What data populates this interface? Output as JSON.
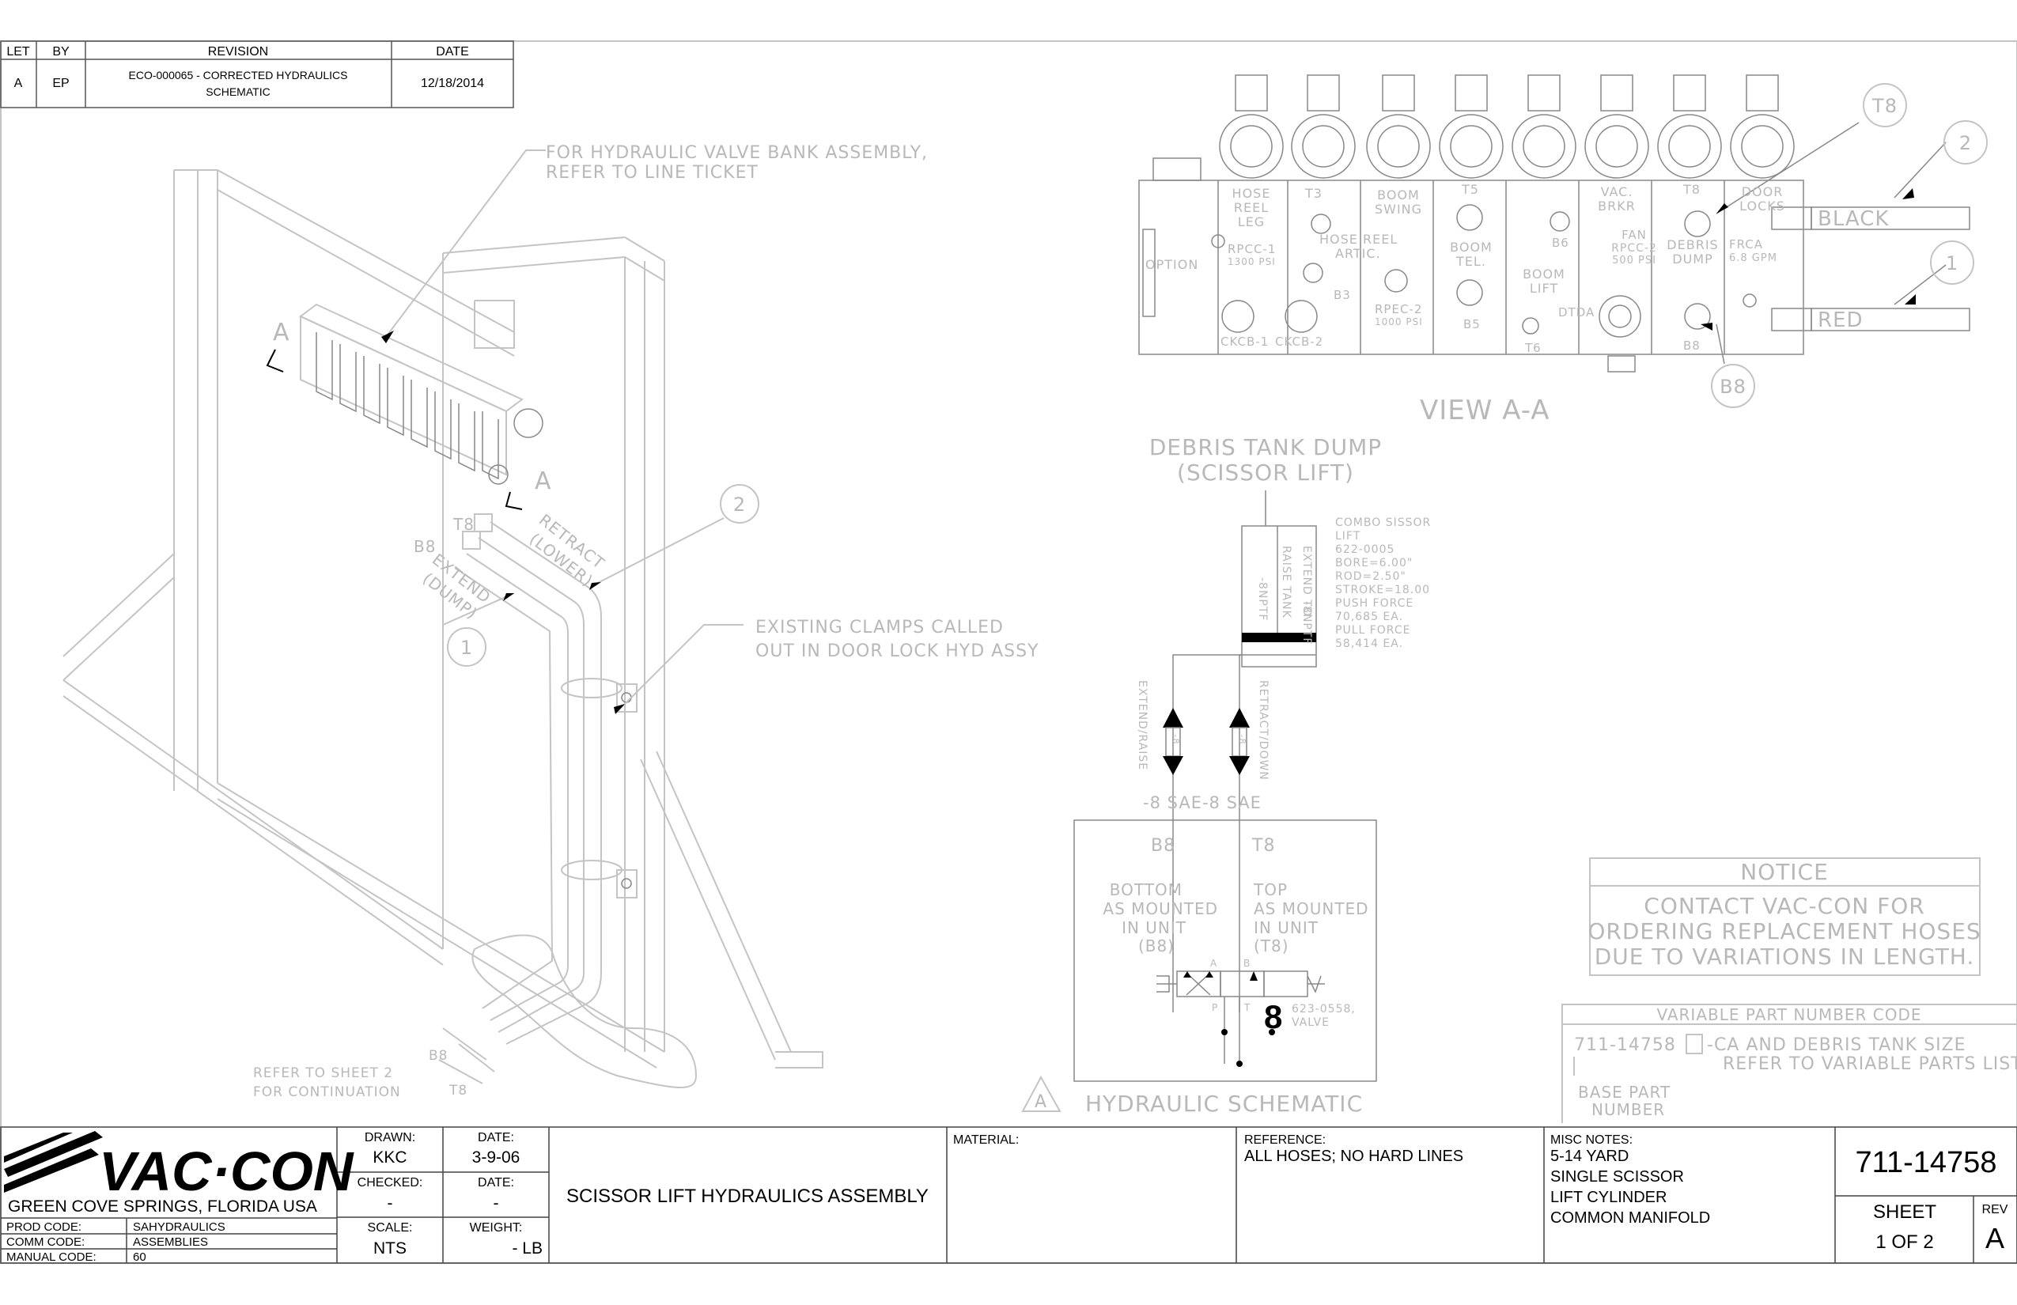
{
  "revision_table": {
    "headers": [
      "LET",
      "BY",
      "REVISION",
      "DATE"
    ],
    "row": {
      "let": "A",
      "by": "EP",
      "revision_line1": "ECO-000065 - CORRECTED HYDRAULICS",
      "revision_line2": "SCHEMATIC",
      "date": "12/18/2014"
    }
  },
  "iso_view": {
    "callout_valve_bank": [
      "FOR HYDRAULIC VALVE BANK ASSEMBLY,",
      "REFER TO LINE TICKET"
    ],
    "section_mark": "A",
    "port_t8": "T8",
    "port_b8": "B8",
    "retract": [
      "RETRACT",
      "(LOWER)"
    ],
    "extend": [
      "EXTEND",
      "(DUMP)"
    ],
    "balloon_1": "1",
    "balloon_2": "2",
    "callout_clamps": [
      "EXISTING CLAMPS CALLED",
      "OUT IN DOOR LOCK HYD ASSY"
    ],
    "continuation": [
      "REFER TO SHEET 2",
      "FOR CONTINUATION"
    ],
    "hose_b8": "B8",
    "hose_t8": "T8"
  },
  "view_aa": {
    "title": "VIEW A-A",
    "option": "OPTION",
    "hose_reel_leg": [
      "HOSE",
      "REEL",
      "LEG"
    ],
    "t3": "T3",
    "boom_swing": [
      "BOOM",
      "SWING"
    ],
    "t5": "T5",
    "vac_brkr": [
      "VAC.",
      "BRKR"
    ],
    "t8": "T8",
    "door_locks": [
      "DOOR",
      "LOCKS"
    ],
    "rpcc1": [
      "RPCC-1",
      "1300 PSI"
    ],
    "hose_reel_artic": [
      "HOSE REEL",
      "ARTIC."
    ],
    "boom_tel": [
      "BOOM",
      "TEL."
    ],
    "b6": "B6",
    "fan": [
      "FAN",
      "RPCC-2",
      "500 PSI"
    ],
    "debris_dump": [
      "DEBRIS",
      "DUMP"
    ],
    "frca": [
      "FRCA",
      "6.8 GPM"
    ],
    "b3": "B3",
    "boom_lift": [
      "BOOM",
      "LIFT"
    ],
    "rpec2": [
      "RPEC-2",
      "1000 PSI"
    ],
    "dtda": "DTDA",
    "b5": "B5",
    "ckcb1": "CKCB-1",
    "ckcb2": "CKCB-2",
    "t6": "T6",
    "b8": "B8",
    "black": "BLACK",
    "red": "RED",
    "balloon_t8": "T8",
    "balloon_b8": "B8",
    "balloon_1": "1",
    "balloon_2": "2"
  },
  "schematic": {
    "title": [
      "DEBRIS TANK DUMP",
      "(SCISSOR LIFT)"
    ],
    "cyl_left": "-8NPTF",
    "cyl_mid": "RAISE TANK",
    "cyl_right1": "EXTEND TO",
    "cyl_right2": "-8NPTF",
    "cyl_spec": [
      "COMBO SISSOR",
      "LIFT",
      "622-0005",
      "BORE=6.00\"",
      "ROD=2.50\"",
      "STROKE=18.00",
      "PUSH FORCE",
      "70,685 EA.",
      "PULL FORCE",
      "58,414 EA."
    ],
    "extend_raise": "EXTEND/RAISE",
    "retract_down": "RETRACT/DOWN",
    "fitting": "-8",
    "sae_left": "-8  SAE-8  SAE",
    "b8": "B8",
    "t8": "T8",
    "bottom": [
      "BOTTOM",
      "AS MOUNTED",
      "IN UNIT",
      "(B8)"
    ],
    "top": [
      "TOP",
      "AS MOUNTED",
      "IN UNIT",
      "(T8)"
    ],
    "valve_number": "8",
    "valve_spec": [
      "623-0558,",
      "VALVE"
    ],
    "port_p": "P",
    "port_t": "T",
    "port_a": "A",
    "port_b": "B",
    "caption_mark": "A",
    "caption": "HYDRAULIC SCHEMATIC"
  },
  "notice": {
    "title": "NOTICE",
    "lines": [
      "CONTACT VAC-CON FOR",
      "ORDERING REPLACEMENT HOSES",
      "DUE TO VARIATIONS IN LENGTH."
    ]
  },
  "variable_part": {
    "title": "VARIABLE PART NUMBER CODE",
    "number": "711-14758",
    "desc": [
      "-CA AND DEBRIS TANK SIZE",
      "REFER TO VARIABLE PARTS LIST"
    ],
    "base": [
      "BASE PART",
      "NUMBER"
    ]
  },
  "title_block": {
    "logo_text": "VAC·CON",
    "location": "GREEN COVE SPRINGS, FLORIDA USA",
    "codes": [
      {
        "label": "PROD CODE:",
        "value": "SAHYDRAULICS"
      },
      {
        "label": "COMM CODE:",
        "value": "ASSEMBLIES"
      },
      {
        "label": "MANUAL CODE:",
        "value": "60"
      }
    ],
    "drawn_label": "DRAWN:",
    "drawn": "KKC",
    "date1_label": "DATE:",
    "date1": "3-9-06",
    "checked_label": "CHECKED:",
    "checked": "-",
    "date2_label": "DATE:",
    "date2": "-",
    "scale_label": "SCALE:",
    "scale": "NTS",
    "weight_label": "WEIGHT:",
    "weight": "- LB",
    "title": "SCISSOR LIFT HYDRAULICS ASSEMBLY",
    "material_label": "MATERIAL:",
    "reference_label": "REFERENCE:",
    "reference": "ALL HOSES; NO HARD LINES",
    "misc_label": "MISC NOTES:",
    "misc": [
      "5-14 YARD",
      "SINGLE SCISSOR",
      "LIFT CYLINDER",
      "COMMON MANIFOLD"
    ],
    "part_number": "711-14758",
    "sheet_label": "SHEET",
    "sheet": "1 OF 2",
    "rev_label": "REV",
    "rev": "A"
  }
}
